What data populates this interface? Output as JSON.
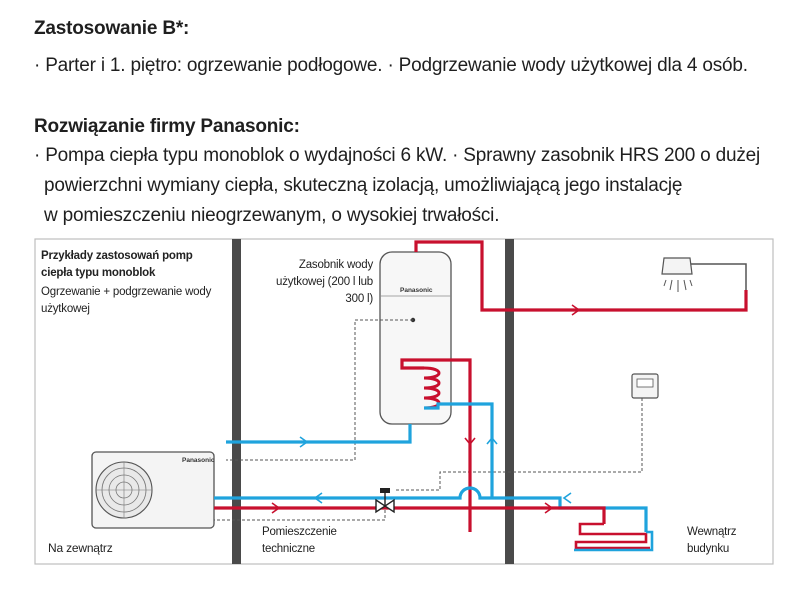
{
  "heading_a": "Zastosowanie B*:",
  "line_a1": "· Parter i 1. piętro: ogrzewanie podłogowe. · Podgrzewanie wody użytkowej dla 4 osób.",
  "heading_b": "Rozwiązanie firmy Panasonic:",
  "line_b1": "· Pompa ciepła typu monoblok o wydajności 6 kW. · Sprawny zasobnik HRS 200 o dużej",
  "line_b2": "powierzchni wymiany ciepła, skuteczną izolacją, umożliwiającą jego instalację",
  "line_b3": "w pomieszczeniu nieogrzewanym, o wysokiej trwałości.",
  "diagram": {
    "title_line1": "Przykłady zastosowań pomp",
    "title_line2": "ciepła typu monoblok",
    "subtitle_line1": "Ogrzewanie + podgrzewanie wody",
    "subtitle_line2": "użytkowej",
    "tank_label_line1": "Zasobnik wody",
    "tank_label_line2": "użytkowej (200 l lub",
    "tank_label_line3": "300 l)",
    "tank_brand": "Panasonic",
    "unit_brand": "Panasonic",
    "zone_outside": "Na zewnątrz",
    "zone_technical_line1": "Pomieszczenie",
    "zone_technical_line2": "techniczne",
    "zone_inside_line1": "Wewnątrz",
    "zone_inside_line2": "budynku",
    "colors": {
      "hot": "#c8102e",
      "cold": "#1fa3dd",
      "wall": "#4a4a4a",
      "control": "#555555"
    }
  }
}
